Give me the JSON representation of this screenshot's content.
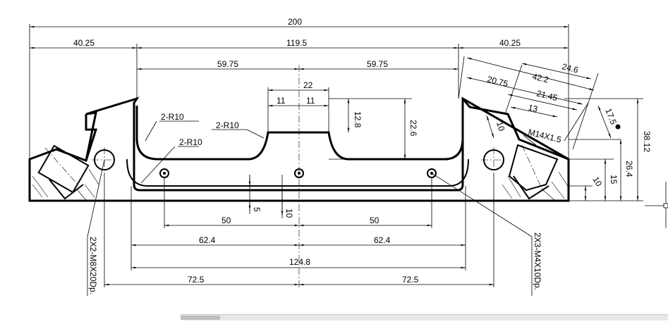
{
  "dimensions": {
    "overall_width": "200",
    "left_flange": "40.25",
    "center_span": "119.5",
    "right_flange": "40.25",
    "half_left": "59.75",
    "half_right": "59.75",
    "boss_width": "22",
    "boss_half_left": "11",
    "boss_half_right": "11",
    "boss_depth": "12.8",
    "pocket_depth": "22.6",
    "right_height": "38.12",
    "right_inner_height": "26.4",
    "right_low": "15",
    "right_bottom": "10",
    "angled_a": "24.6",
    "angled_b": "42.2",
    "angled_c": "20.75",
    "angled_d": "21.45",
    "angled_e": "13",
    "angled_f": "10",
    "angled_g": "17.5",
    "base_offset": "5",
    "base_height": "10",
    "hole_left_50": "50",
    "hole_right_50": "50",
    "pitch_left": "62.4",
    "pitch_right": "62.4",
    "pitch_total": "124.8",
    "outer_left": "72.5",
    "outer_right": "72.5"
  },
  "notes": {
    "radius_1": "2-R10",
    "radius_2": "2-R10",
    "radius_3": "2-R10",
    "thread": "M14X1.5",
    "left_holes": "2X2-M8X20Dp.",
    "right_holes": "2X3-M4X10Dp."
  }
}
